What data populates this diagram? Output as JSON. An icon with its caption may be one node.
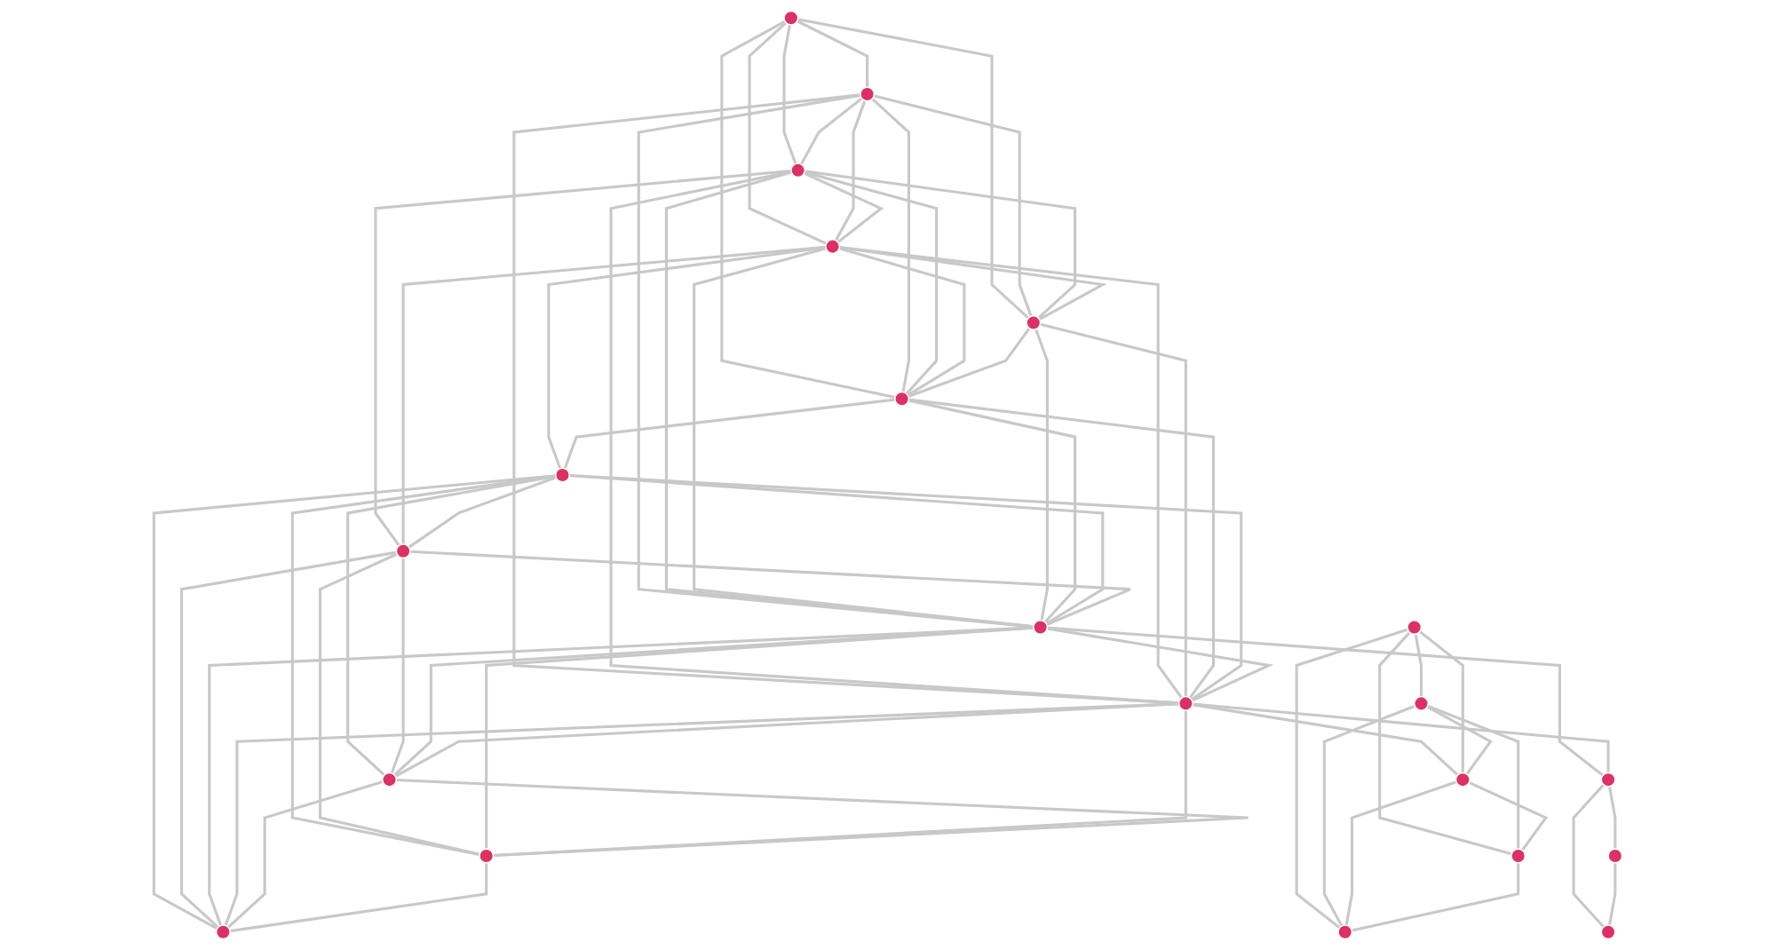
{
  "diagram": {
    "nodes": [
      {
        "text": [],
        "shape": "circle"
      },
      {
        "text": [],
        "shape": "circle"
      },
      {
        "text": [],
        "shape": "circle"
      },
      {
        "text": [],
        "shape": "circle"
      },
      {
        "text": [],
        "shape": "circle"
      },
      {
        "text": [],
        "shape": "circle"
      },
      {
        "text": [],
        "shape": "circle"
      },
      {
        "text": [],
        "shape": "circle"
      },
      {
        "text": [],
        "shape": "circle"
      },
      {
        "text": [],
        "shape": "circle"
      },
      {
        "text": [],
        "shape": "circle"
      },
      {
        "text": [],
        "shape": "circle"
      },
      {
        "text": [],
        "shape": "circle"
      },
      {
        "text": [],
        "shape": "circle"
      },
      {
        "text": [],
        "shape": "circle"
      },
      {
        "text": [],
        "shape": "circle"
      },
      {
        "text": [],
        "shape": "circle"
      },
      {
        "text": [],
        "shape": "circle"
      },
      {
        "text": [],
        "shape": "circle"
      },
      {
        "text": [],
        "shape": "circle"
      },
      {
        "text": [],
        "shape": "circle"
      }
    ],
    "edges": [
      {
        "from": 0,
        "to": 2,
        "arrow": "none"
      },
      {
        "from": 0,
        "to": 3,
        "arrow": "none"
      },
      {
        "from": 0,
        "to": 1,
        "arrow": "none"
      },
      {
        "from": 0,
        "to": 5,
        "arrow": "none"
      },
      {
        "from": 0,
        "to": 4,
        "arrow": "none"
      },
      {
        "from": 2,
        "to": 3,
        "arrow": "none"
      },
      {
        "from": 2,
        "to": 1,
        "arrow": "none"
      },
      {
        "from": 2,
        "to": 5,
        "arrow": "none"
      },
      {
        "from": 2,
        "to": 4,
        "arrow": "none"
      },
      {
        "from": 2,
        "to": 8,
        "arrow": "none"
      },
      {
        "from": 2,
        "to": 10,
        "arrow": "none"
      },
      {
        "from": 3,
        "to": 1,
        "arrow": "none"
      },
      {
        "from": 3,
        "to": 5,
        "arrow": "none"
      },
      {
        "from": 3,
        "to": 4,
        "arrow": "none"
      },
      {
        "from": 3,
        "to": 7,
        "arrow": "none"
      },
      {
        "from": 3,
        "to": 8,
        "arrow": "none"
      },
      {
        "from": 3,
        "to": 10,
        "arrow": "none"
      },
      {
        "from": 1,
        "to": 5,
        "arrow": "none"
      },
      {
        "from": 1,
        "to": 4,
        "arrow": "none"
      },
      {
        "from": 1,
        "to": 6,
        "arrow": "none"
      },
      {
        "from": 1,
        "to": 7,
        "arrow": "none"
      },
      {
        "from": 1,
        "to": 8,
        "arrow": "none"
      },
      {
        "from": 1,
        "to": 10,
        "arrow": "none"
      },
      {
        "from": 5,
        "to": 4,
        "arrow": "none"
      },
      {
        "from": 5,
        "to": 8,
        "arrow": "none"
      },
      {
        "from": 5,
        "to": 10,
        "arrow": "none"
      },
      {
        "from": 4,
        "to": 6,
        "arrow": "none"
      },
      {
        "from": 4,
        "to": 8,
        "arrow": "none"
      },
      {
        "from": 4,
        "to": 10,
        "arrow": "none"
      },
      {
        "from": 6,
        "to": 7,
        "arrow": "none"
      },
      {
        "from": 6,
        "to": 8,
        "arrow": "none"
      },
      {
        "from": 6,
        "to": 10,
        "arrow": "none"
      },
      {
        "from": 6,
        "to": 11,
        "arrow": "none"
      },
      {
        "from": 6,
        "to": 14,
        "arrow": "none"
      },
      {
        "from": 6,
        "to": 15,
        "arrow": "none"
      },
      {
        "from": 7,
        "to": 8,
        "arrow": "none"
      },
      {
        "from": 7,
        "to": 11,
        "arrow": "none"
      },
      {
        "from": 7,
        "to": 14,
        "arrow": "none"
      },
      {
        "from": 7,
        "to": 15,
        "arrow": "none"
      },
      {
        "from": 8,
        "to": 10,
        "arrow": "none"
      },
      {
        "from": 8,
        "to": 11,
        "arrow": "none"
      },
      {
        "from": 8,
        "to": 14,
        "arrow": "none"
      },
      {
        "from": 8,
        "to": 15,
        "arrow": "none"
      },
      {
        "from": 8,
        "to": 18,
        "arrow": "none"
      },
      {
        "from": 10,
        "to": 11,
        "arrow": "none"
      },
      {
        "from": 10,
        "to": 14,
        "arrow": "none"
      },
      {
        "from": 10,
        "to": 15,
        "arrow": "none"
      },
      {
        "from": 10,
        "to": 13,
        "arrow": "none"
      },
      {
        "from": 10,
        "to": 18,
        "arrow": "none"
      },
      {
        "from": 11,
        "to": 14,
        "arrow": "none"
      },
      {
        "from": 11,
        "to": 15,
        "arrow": "none"
      },
      {
        "from": 14,
        "to": 15,
        "arrow": "none"
      },
      {
        "from": 9,
        "to": 12,
        "arrow": "none"
      },
      {
        "from": 9,
        "to": 13,
        "arrow": "none"
      },
      {
        "from": 9,
        "to": 16,
        "arrow": "none"
      },
      {
        "from": 9,
        "to": 17,
        "arrow": "none"
      },
      {
        "from": 12,
        "to": 13,
        "arrow": "none"
      },
      {
        "from": 12,
        "to": 16,
        "arrow": "none"
      },
      {
        "from": 12,
        "to": 17,
        "arrow": "none"
      },
      {
        "from": 13,
        "to": 16,
        "arrow": "none"
      },
      {
        "from": 13,
        "to": 17,
        "arrow": "none"
      },
      {
        "from": 16,
        "to": 17,
        "arrow": "none"
      },
      {
        "from": 18,
        "to": 19,
        "arrow": "none"
      },
      {
        "from": 18,
        "to": 20,
        "arrow": "none"
      },
      {
        "from": 19,
        "to": 20,
        "arrow": "none"
      }
    ]
  }
}
